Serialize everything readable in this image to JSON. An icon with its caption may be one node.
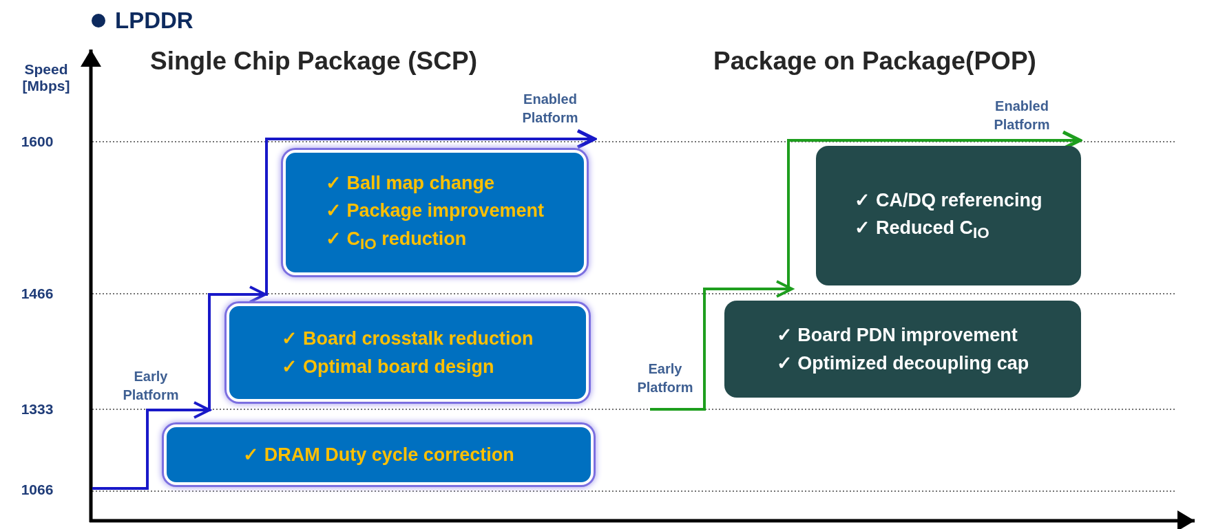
{
  "diagram": {
    "title": "LPDDR",
    "nodes": [
      {
        "text": [
          "✓ DRAM Duty cycle correction"
        ]
      },
      {
        "text": [
          "✓ Board crosstalk reduction",
          "✓ Optimal board design"
        ]
      },
      {
        "text": [
          "✓ Ball map change",
          "✓ Package improvement",
          "✓ C$_{IO}$ reduction"
        ]
      },
      {
        "text": [
          "✓ Board PDN improvement",
          "✓ Optimized decoupling cap"
        ]
      },
      {
        "text": [
          "✓ CA/DQ referencing",
          "✓ Reduced C$_{IO}$"
        ]
      }
    ],
    "edges": [
      {
        "from": 0,
        "to": 2,
        "arrow": "to"
      },
      {
        "from": null,
        "to": 4,
        "arrow": "to",
        "color": "#1e9e1e"
      }
    ],
    "labels": [
      "Speed [Mbps]",
      "Single Chip Package (SCP)",
      "Package on Package(POP)",
      "Enabled Platform",
      "Enabled Platform",
      "1600",
      "1466",
      "Early Platform",
      "Early Platform",
      "1333",
      "1066"
    ]
  }
}
